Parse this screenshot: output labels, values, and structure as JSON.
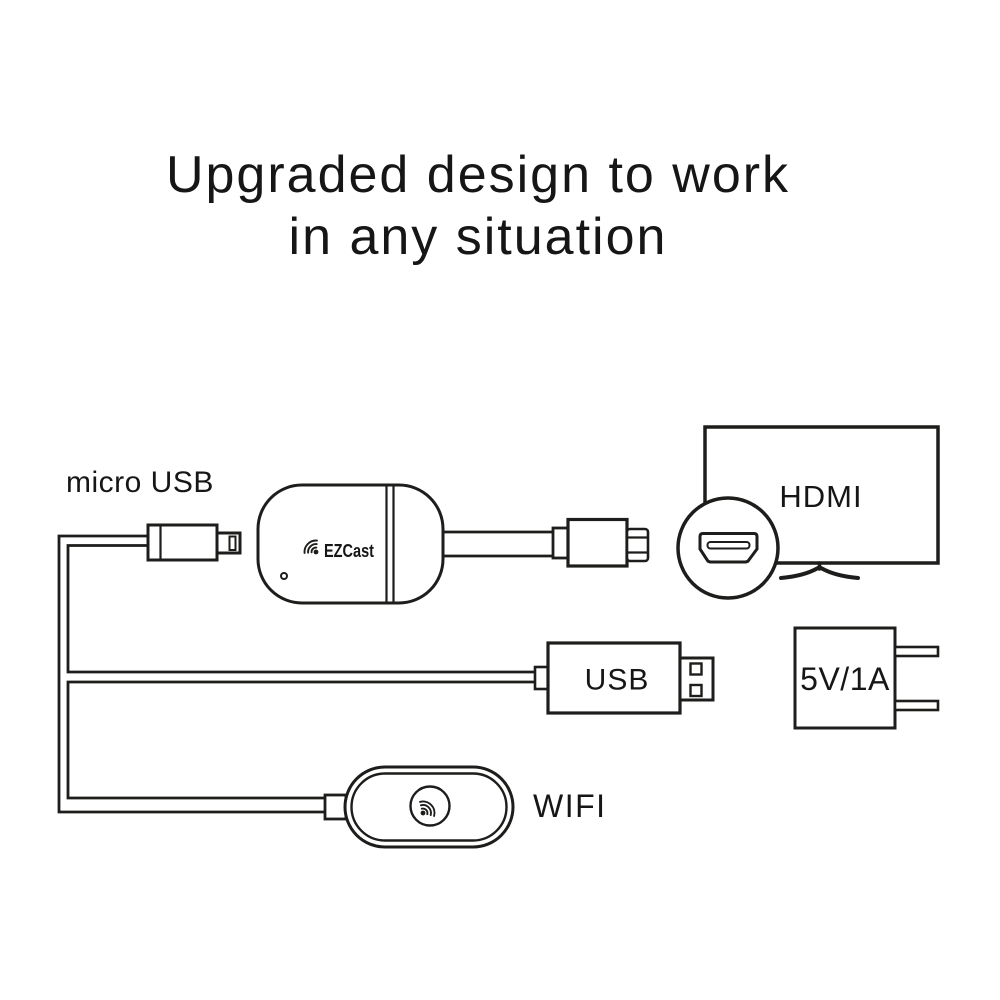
{
  "title": {
    "line1": "Upgraded design to work",
    "line2": "in any situation"
  },
  "labels": {
    "micro_usb": "micro USB",
    "hdmi": "HDMI",
    "usb": "USB",
    "power": "5V/1A",
    "wifi": "WIFI"
  },
  "branding": {
    "logo_text": "EZCast"
  },
  "icons": {
    "brand_mark": "wifi-arcs-with-dot",
    "receiver_mark": "wifi-arcs-with-dot"
  },
  "colors": {
    "line": "#1d1d1b",
    "background": "#ffffff",
    "text": "#161616"
  }
}
